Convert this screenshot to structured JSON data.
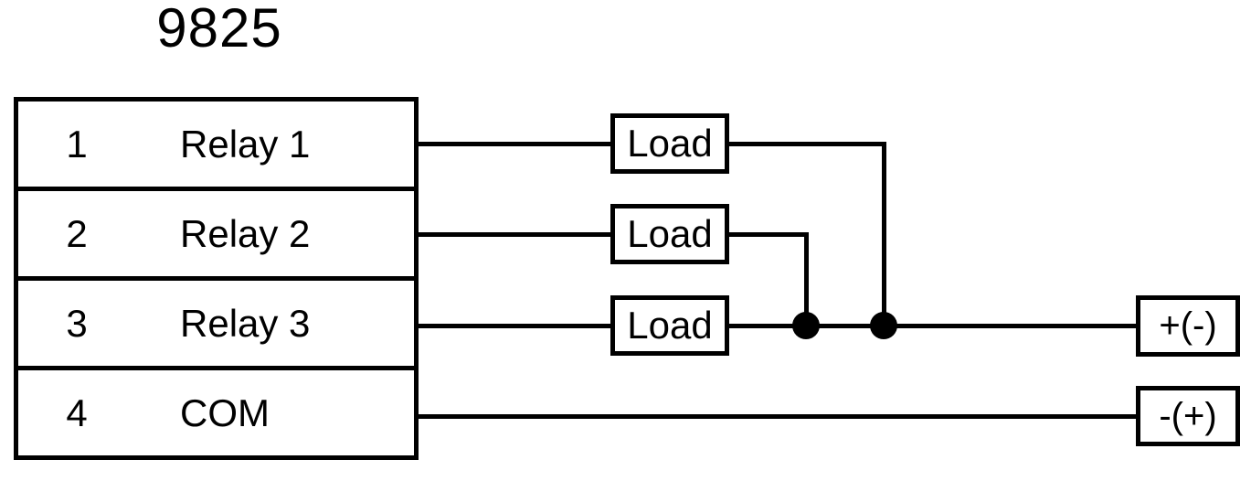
{
  "title": "9825",
  "colors": {
    "line": "#000000",
    "background": "#ffffff"
  },
  "device_box": {
    "rows": [
      {
        "pin": "1",
        "label": "Relay 1"
      },
      {
        "pin": "2",
        "label": "Relay 2"
      },
      {
        "pin": "3",
        "label": "Relay 3"
      },
      {
        "pin": "4",
        "label": "COM"
      }
    ]
  },
  "load_boxes": [
    {
      "label": "Load"
    },
    {
      "label": "Load"
    },
    {
      "label": "Load"
    }
  ],
  "power_terminals": [
    {
      "label": "+(-)"
    },
    {
      "label": "-(+)"
    }
  ]
}
